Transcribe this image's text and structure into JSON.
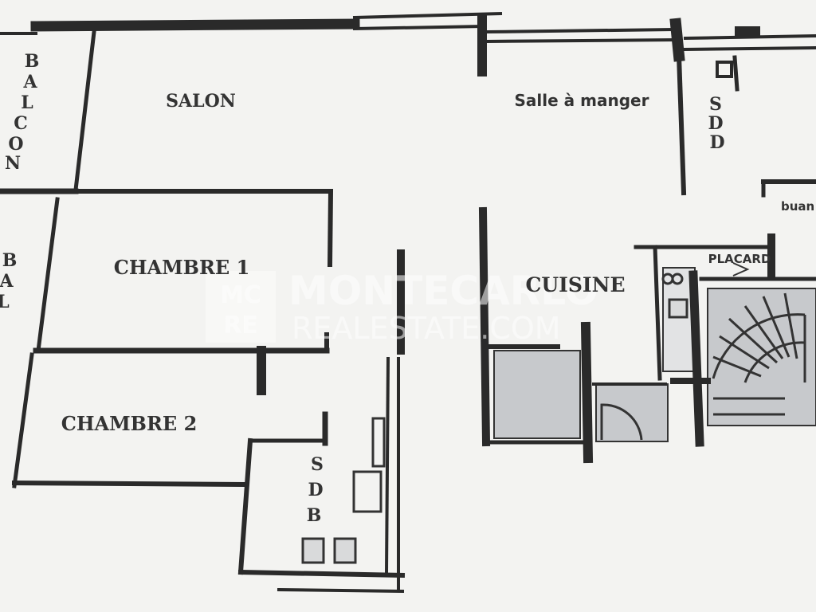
{
  "rooms": {
    "salon": "SALON",
    "salle_a_manger": "Salle à manger",
    "sdd": [
      "S",
      "D",
      "D"
    ],
    "balcon_top": [
      "B",
      "A",
      "L",
      "C",
      "O",
      "N"
    ],
    "balcon_left": [
      "B",
      "A",
      "L"
    ],
    "chambre1": "CHAMBRE 1",
    "chambre2": "CHAMBRE 2",
    "cuisine": "CUISINE",
    "placard": "PLACARD",
    "buanderie": "buan",
    "sdb": [
      "S",
      "D",
      "B"
    ]
  },
  "watermark": {
    "logo_top": "MC",
    "logo_bottom": "RE",
    "line1": "MONTECARLO",
    "line2": "REALESTATE.COM"
  },
  "colors": {
    "wall": "#2a2a2a",
    "paper": "#f3f3f1",
    "fill_gray": "#c7c9cc"
  }
}
